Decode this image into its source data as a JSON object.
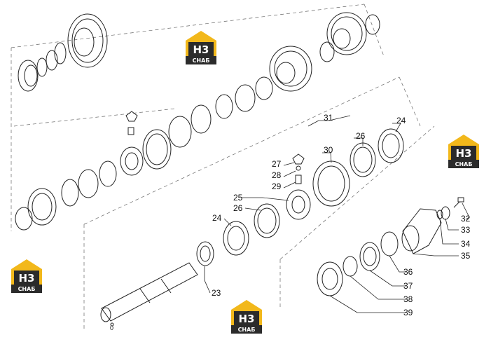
{
  "labels": {
    "l31": "31",
    "l30": "30",
    "l26a": "26",
    "l24a": "24",
    "l27": "27",
    "l28": "28",
    "l29": "29",
    "l25": "25",
    "l26b": "26",
    "l24b": "24",
    "l23": "23",
    "l0": "0",
    "l32": "32",
    "l33": "33",
    "l34": "34",
    "l35": "35",
    "l36": "36",
    "l37": "37",
    "l38": "38",
    "l39": "39"
  },
  "watermark": {
    "logo_text": "H3",
    "logo_sub": "CHAБ"
  },
  "colors": {
    "logo_yellow": "#f2b81b",
    "logo_dark": "#2b2b2b",
    "line": "#222222"
  }
}
